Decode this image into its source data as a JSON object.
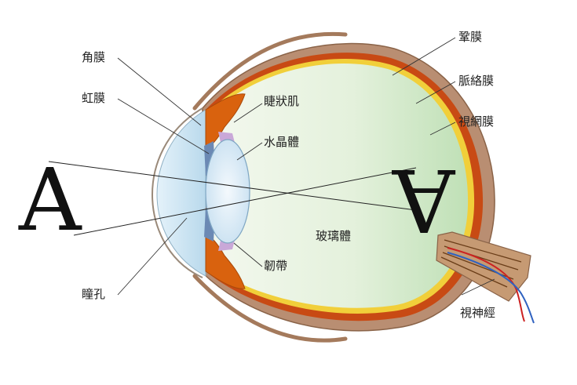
{
  "diagram": {
    "labels": {
      "cornea": "角膜",
      "iris": "虹膜",
      "pupil": "瞳孔",
      "ciliary_muscle": "睫狀肌",
      "lens": "水晶體",
      "zonule": "韌帶",
      "vitreous": "玻璃體",
      "sclera": "鞏膜",
      "choroid": "脈絡膜",
      "retina": "視網膜",
      "optic_nerve": "視神經"
    },
    "object_letter": "A",
    "image_letter": "A"
  },
  "colors": {
    "sclera": "#b98e72",
    "choroid": "#c84a14",
    "retina": "#f1cf3a",
    "vitreous": "#d7ecd0",
    "cornea": "#cfe6f2",
    "lens": "#dcecf6",
    "muscle": "#d9620e",
    "ligament": "#c9a8d8",
    "nerve_sheath": "#c69a73"
  }
}
